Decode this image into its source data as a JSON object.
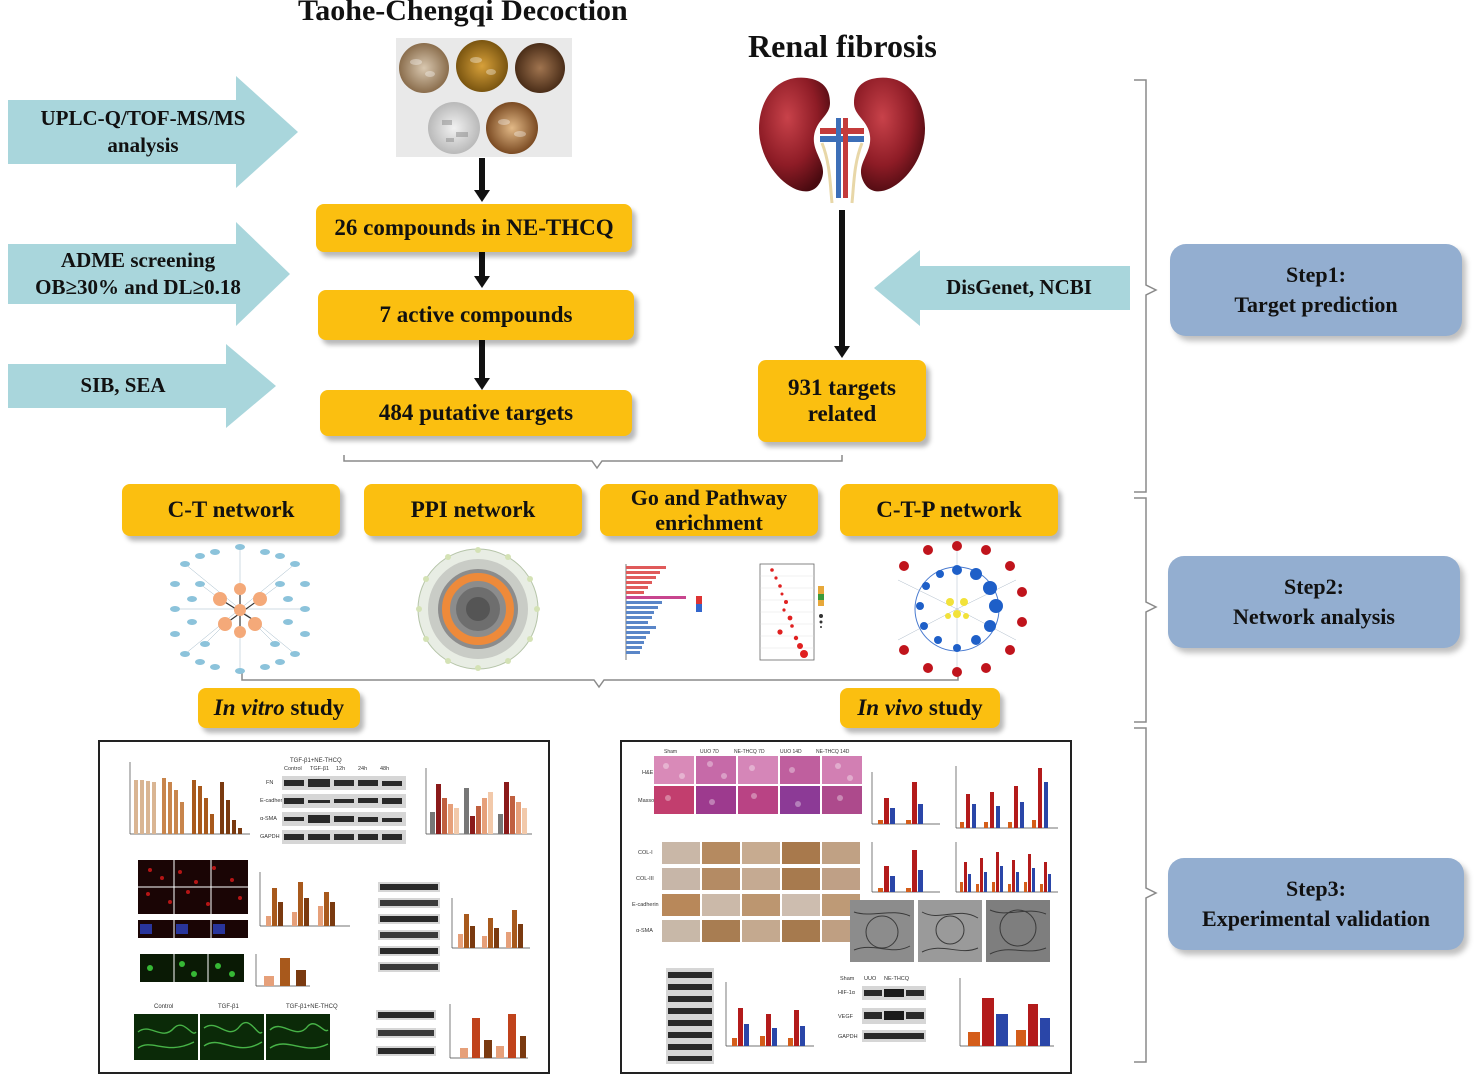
{
  "titles": {
    "decoction": "Taohe-Chengqi Decoction",
    "fibrosis": "Renal fibrosis"
  },
  "left_arrows": [
    {
      "line1": "UPLC-Q/TOF-MS/MS",
      "line2": "analysis"
    },
    {
      "line1": "ADME screening",
      "line2": "OB≥30% and DL≥0.18"
    },
    {
      "line1": "SIB, SEA",
      "line2": ""
    }
  ],
  "right_arrow": {
    "label": "DisGenet, NCBI"
  },
  "boxes": {
    "compounds": "26 compounds in NE-THCQ",
    "active": "7 active compounds",
    "putative": "484 putative targets",
    "related_line1": "931 targets",
    "related_line2": "related"
  },
  "networks": [
    {
      "label": "C-T network"
    },
    {
      "label": "PPI network"
    },
    {
      "label_line1": "Go and Pathway",
      "label_line2": "enrichment"
    },
    {
      "label": "C-T-P network"
    }
  ],
  "studies": {
    "vitro_italic": "In vitro",
    "vitro_rest": " study",
    "vivo_italic": "In vivo",
    "vivo_rest": " study"
  },
  "steps": [
    {
      "line1": "Step1:",
      "line2": "Target prediction"
    },
    {
      "line1": "Step2:",
      "line2": "Network analysis"
    },
    {
      "line1": "Step3:",
      "line2": "Experimental validation"
    }
  ],
  "vitro_panel": {
    "blot_header": [
      "Control",
      "TGF-β1",
      "12h",
      "24h",
      "48h"
    ],
    "blot_header_top": "TGF-β1+NE-THCQ",
    "blot_rows": [
      "FN",
      "E-cadherin",
      "α-SMA",
      "GAPDH"
    ],
    "image_labels": [
      "Control",
      "TGF-β1",
      "TGF-β1+NE-THCQ"
    ]
  },
  "vivo_panel": {
    "he_header": [
      "Sham",
      "UUO 7D",
      "NE-THCQ 7D",
      "UUO 14D",
      "NE-THCQ 14D"
    ],
    "he_rows": [
      "H&E",
      "Masson"
    ],
    "ihc_rows": [
      "COL-I",
      "COL-III",
      "E-cadherin",
      "α-SMA"
    ],
    "blot_header": [
      "Sham",
      "UUO",
      "NE-THCQ"
    ],
    "blot_rows": [
      "HIF-1α",
      "VEGF",
      "GAPDH"
    ]
  },
  "colors": {
    "box_fill": "#fbbf10",
    "arrow_fill": "#a9d6dc",
    "step_fill": "#93aed0"
  }
}
